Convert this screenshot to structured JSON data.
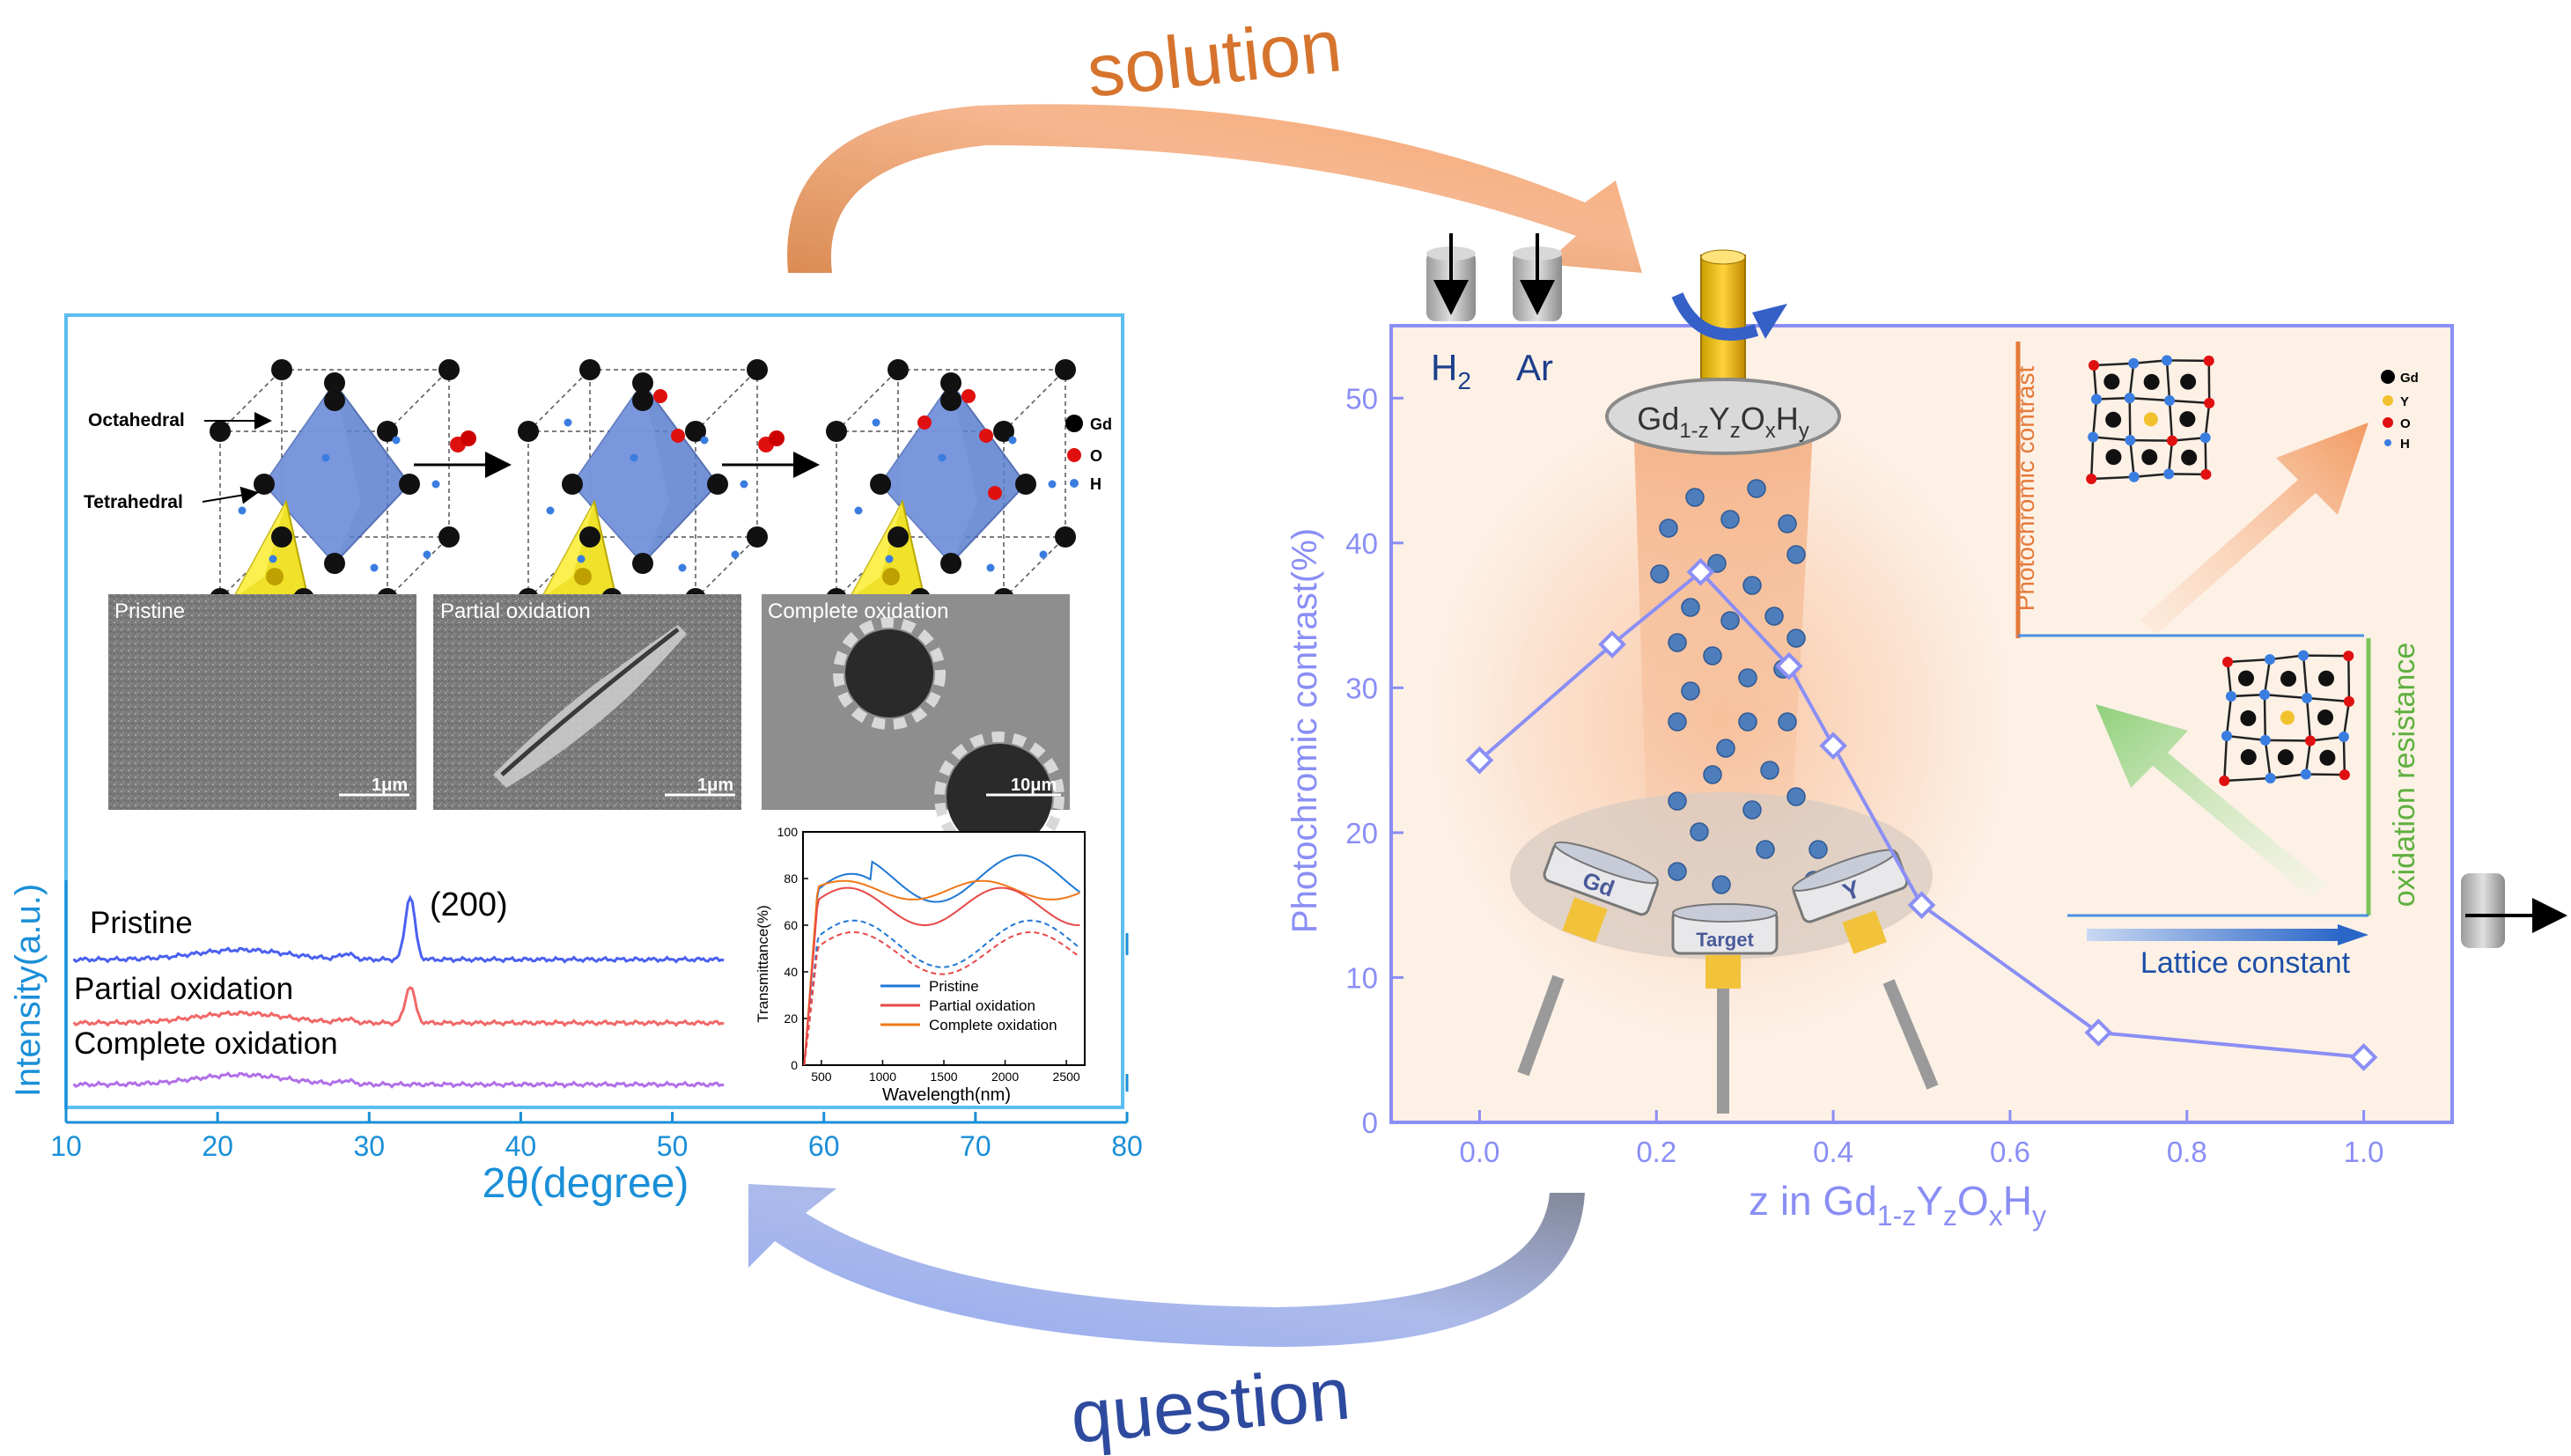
{
  "cycle": {
    "top_word": "solution",
    "bottom_word": "question"
  },
  "colors": {
    "left_frame": "#5bbdf0",
    "right_frame": "#8a8ef5",
    "left_axis": "#1a8fd8",
    "right_axis": "#8a8ef5",
    "top_arrow": "#f0925a",
    "bottom_arrow": "#7d92dd"
  },
  "left_panel": {
    "crystal": {
      "labels": {
        "octahedral": "Octahedral",
        "tetrahedral": "Tetrahedral"
      },
      "legend": [
        {
          "symbol": "Gd",
          "color": "#000000"
        },
        {
          "symbol": "O",
          "color": "#e01010"
        },
        {
          "symbol": "H",
          "color": "#3a7de0"
        }
      ]
    },
    "sem_images": [
      {
        "label": "Pristine",
        "scale": "1μm"
      },
      {
        "label": "Partial oxidation",
        "scale": "1μm"
      },
      {
        "label": "Complete oxidation",
        "scale": "10μm"
      }
    ],
    "xrd": {
      "peak_label": "(200)",
      "traces": [
        {
          "name": "Pristine",
          "color": "#4a60f0"
        },
        {
          "name": "Partial oxidation",
          "color": "#f06868"
        },
        {
          "name": "Complete oxidation",
          "color": "#b070e8"
        }
      ],
      "x_ticks": [
        "10",
        "20",
        "30",
        "40",
        "50",
        "60",
        "70",
        "80"
      ],
      "xlabel": "2θ(degree)",
      "ylabel": "Intensity(a.u.)"
    },
    "transmittance_inset": {
      "ylabel": "Transmittance(%)",
      "xlabel": "Wavelength(nm)",
      "y_ticks": [
        "0",
        "20",
        "40",
        "60",
        "80",
        "100"
      ],
      "x_ticks": [
        "500",
        "1000",
        "1500",
        "2000",
        "2500"
      ],
      "legend": [
        {
          "name": "Pristine",
          "color": "#1f77d4"
        },
        {
          "name": "Partial oxidation",
          "color": "#e84848"
        },
        {
          "name": "Complete oxidation",
          "color": "#f07818"
        }
      ]
    }
  },
  "right_panel": {
    "gases": [
      "H2",
      "Ar"
    ],
    "target_formula": "Gd1-zYzOxHy",
    "sputter_targets": [
      "Gd",
      "Target",
      "Y"
    ],
    "chart_data": {
      "type": "line",
      "xlabel": "z in Gd1-zYzOxHy",
      "ylabel": "Photochromic contrast(%)",
      "x_ticks": [
        "0.0",
        "0.2",
        "0.4",
        "0.6",
        "0.8",
        "1.0"
      ],
      "y_ticks": [
        "0",
        "10",
        "20",
        "30",
        "40",
        "50"
      ],
      "xlim": [
        -0.1,
        1.1
      ],
      "ylim": [
        0,
        55
      ],
      "series": [
        {
          "x": [
            0.0,
            0.15,
            0.25,
            0.35,
            0.4,
            0.5,
            0.7,
            1.0
          ],
          "y": [
            25,
            33,
            38,
            31.5,
            26,
            15,
            6.2,
            4.5
          ]
        }
      ]
    },
    "schematic": {
      "upper_axis_label": "Photochromic contrast",
      "side_label": "oxidation resistance",
      "bottom_label": "Lattice constant",
      "legend": [
        {
          "symbol": "Gd",
          "color": "#000000"
        },
        {
          "symbol": "Y",
          "color": "#f2c22e"
        },
        {
          "symbol": "O",
          "color": "#e01010"
        },
        {
          "symbol": "H",
          "color": "#3a7de0"
        }
      ]
    }
  }
}
